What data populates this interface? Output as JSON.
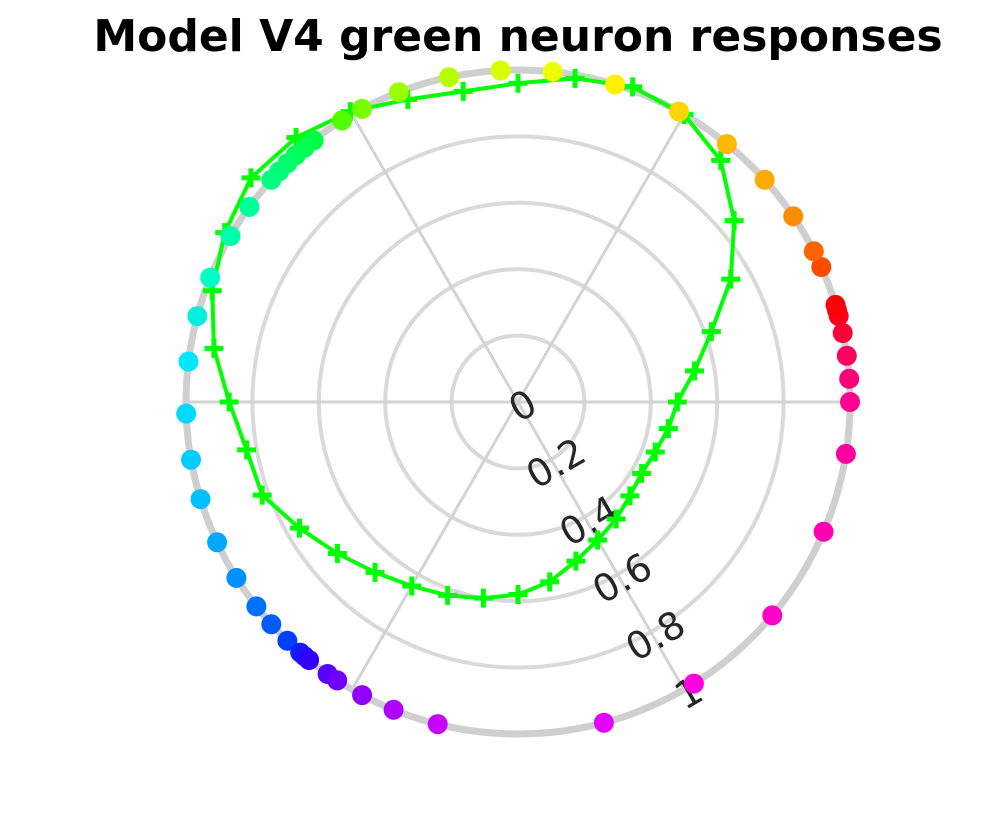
{
  "chart_data": {
    "type": "polar",
    "title": "Model V4 green neuron responses",
    "radial_axis": {
      "range": [
        0,
        1
      ],
      "ticks": [
        "0",
        "0.2",
        "0.4",
        "0.6",
        "0.8",
        "1"
      ]
    },
    "angular_grid_degrees": [
      0,
      60,
      120,
      180,
      240,
      300
    ],
    "grid": true,
    "series": [
      {
        "color": "#00ff00",
        "marker": "plus",
        "style": "line",
        "points": [
          {
            "theta": 0,
            "r": 0.48
          },
          {
            "theta": 10,
            "r": 0.54
          },
          {
            "theta": 20,
            "r": 0.62
          },
          {
            "theta": 30,
            "r": 0.74
          },
          {
            "theta": 40,
            "r": 0.85
          },
          {
            "theta": 50,
            "r": 0.95
          },
          {
            "theta": 60,
            "r": 1.0
          },
          {
            "theta": 70,
            "r": 1.01
          },
          {
            "theta": 80,
            "r": 0.99
          },
          {
            "theta": 90,
            "r": 0.96
          },
          {
            "theta": 100,
            "r": 0.95
          },
          {
            "theta": 110,
            "r": 0.97
          },
          {
            "theta": 120,
            "r": 1.01
          },
          {
            "theta": 130,
            "r": 1.04
          },
          {
            "theta": 140,
            "r": 1.05
          },
          {
            "theta": 150,
            "r": 1.02
          },
          {
            "theta": 160,
            "r": 0.98
          },
          {
            "theta": 170,
            "r": 0.93
          },
          {
            "theta": 180,
            "r": 0.87
          },
          {
            "theta": 190,
            "r": 0.83
          },
          {
            "theta": 200,
            "r": 0.82
          },
          {
            "theta": 210,
            "r": 0.76
          },
          {
            "theta": 220,
            "r": 0.71
          },
          {
            "theta": 230,
            "r": 0.67
          },
          {
            "theta": 240,
            "r": 0.64
          },
          {
            "theta": 250,
            "r": 0.62
          },
          {
            "theta": 260,
            "r": 0.6
          },
          {
            "theta": 270,
            "r": 0.58
          },
          {
            "theta": 280,
            "r": 0.55
          },
          {
            "theta": 290,
            "r": 0.51
          },
          {
            "theta": 300,
            "r": 0.48
          },
          {
            "theta": 310,
            "r": 0.46
          },
          {
            "theta": 320,
            "r": 0.44
          },
          {
            "theta": 330,
            "r": 0.43
          },
          {
            "theta": 340,
            "r": 0.44
          },
          {
            "theta": 350,
            "r": 0.46
          }
        ]
      },
      {
        "style": "scatter",
        "marker": "filled-circle",
        "points": [
          {
            "theta": 0,
            "r": 1.0,
            "color": "#ff0090"
          },
          {
            "theta": 4,
            "r": 1.0,
            "color": "#ff0078"
          },
          {
            "theta": 8,
            "r": 1.0,
            "color": "#ff0060"
          },
          {
            "theta": 12,
            "r": 1.0,
            "color": "#ff0038"
          },
          {
            "theta": 15,
            "r": 1.0,
            "color": "#ff0020"
          },
          {
            "theta": 16,
            "r": 1.0,
            "color": "#ff0010"
          },
          {
            "theta": 17,
            "r": 1.0,
            "color": "#ff0008"
          },
          {
            "theta": 24,
            "r": 1.0,
            "color": "#ff4a00"
          },
          {
            "theta": 27,
            "r": 1.0,
            "color": "#ff6200"
          },
          {
            "theta": 34,
            "r": 1.0,
            "color": "#ff8c00"
          },
          {
            "theta": 42,
            "r": 1.0,
            "color": "#ffaa00"
          },
          {
            "theta": 51,
            "r": 1.0,
            "color": "#ffb800"
          },
          {
            "theta": 61,
            "r": 1.0,
            "color": "#ffd500"
          },
          {
            "theta": 73,
            "r": 1.0,
            "color": "#fff000"
          },
          {
            "theta": 84,
            "r": 1.0,
            "color": "#f0ff00"
          },
          {
            "theta": 93,
            "r": 1.0,
            "color": "#d8ff00"
          },
          {
            "theta": 102,
            "r": 1.0,
            "color": "#b4ff00"
          },
          {
            "theta": 111,
            "r": 1.0,
            "color": "#9aff00"
          },
          {
            "theta": 118,
            "r": 1.0,
            "color": "#78ff00"
          },
          {
            "theta": 122,
            "r": 1.0,
            "color": "#50ff00"
          },
          {
            "theta": 128,
            "r": 1.0,
            "color": "#00ff40"
          },
          {
            "theta": 130,
            "r": 1.0,
            "color": "#00ff50"
          },
          {
            "theta": 132,
            "r": 1.0,
            "color": "#00ff5c"
          },
          {
            "theta": 134,
            "r": 1.0,
            "color": "#00ff68"
          },
          {
            "theta": 136,
            "r": 1.0,
            "color": "#00ff74"
          },
          {
            "theta": 138,
            "r": 1.0,
            "color": "#00ff80"
          },
          {
            "theta": 144,
            "r": 1.0,
            "color": "#00ff98"
          },
          {
            "theta": 150,
            "r": 1.0,
            "color": "#00ffaa"
          },
          {
            "theta": 158,
            "r": 1.0,
            "color": "#00ffc4"
          },
          {
            "theta": 165,
            "r": 1.0,
            "color": "#00f0e0"
          },
          {
            "theta": 173,
            "r": 1.0,
            "color": "#00e6ff"
          },
          {
            "theta": 182,
            "r": 1.0,
            "color": "#00d8ff"
          },
          {
            "theta": 190,
            "r": 1.0,
            "color": "#00ccff"
          },
          {
            "theta": 197,
            "r": 1.0,
            "color": "#00beff"
          },
          {
            "theta": 205,
            "r": 1.0,
            "color": "#00a8ff"
          },
          {
            "theta": 212,
            "r": 1.0,
            "color": "#0090ff"
          },
          {
            "theta": 218,
            "r": 1.0,
            "color": "#0070ff"
          },
          {
            "theta": 222,
            "r": 1.0,
            "color": "#005cff"
          },
          {
            "theta": 226,
            "r": 1.0,
            "color": "#0040ff"
          },
          {
            "theta": 229,
            "r": 1.0,
            "color": "#1020ff"
          },
          {
            "theta": 230,
            "r": 1.0,
            "color": "#2010ff"
          },
          {
            "theta": 231,
            "r": 1.0,
            "color": "#3000ff"
          },
          {
            "theta": 235,
            "r": 1.0,
            "color": "#5a00ff"
          },
          {
            "theta": 237,
            "r": 1.0,
            "color": "#7000ff"
          },
          {
            "theta": 242,
            "r": 1.0,
            "color": "#9000ff"
          },
          {
            "theta": 248,
            "r": 1.0,
            "color": "#b000ff"
          },
          {
            "theta": 256,
            "r": 1.0,
            "color": "#c800ff"
          },
          {
            "theta": 285,
            "r": 1.0,
            "color": "#e600ff"
          },
          {
            "theta": 302,
            "r": 1.0,
            "color": "#ff00e0"
          },
          {
            "theta": 320,
            "r": 1.0,
            "color": "#ff00c8"
          },
          {
            "theta": 337,
            "r": 1.0,
            "color": "#ff00b0"
          },
          {
            "theta": 351,
            "r": 1.0,
            "color": "#ff00a0"
          }
        ]
      }
    ]
  }
}
